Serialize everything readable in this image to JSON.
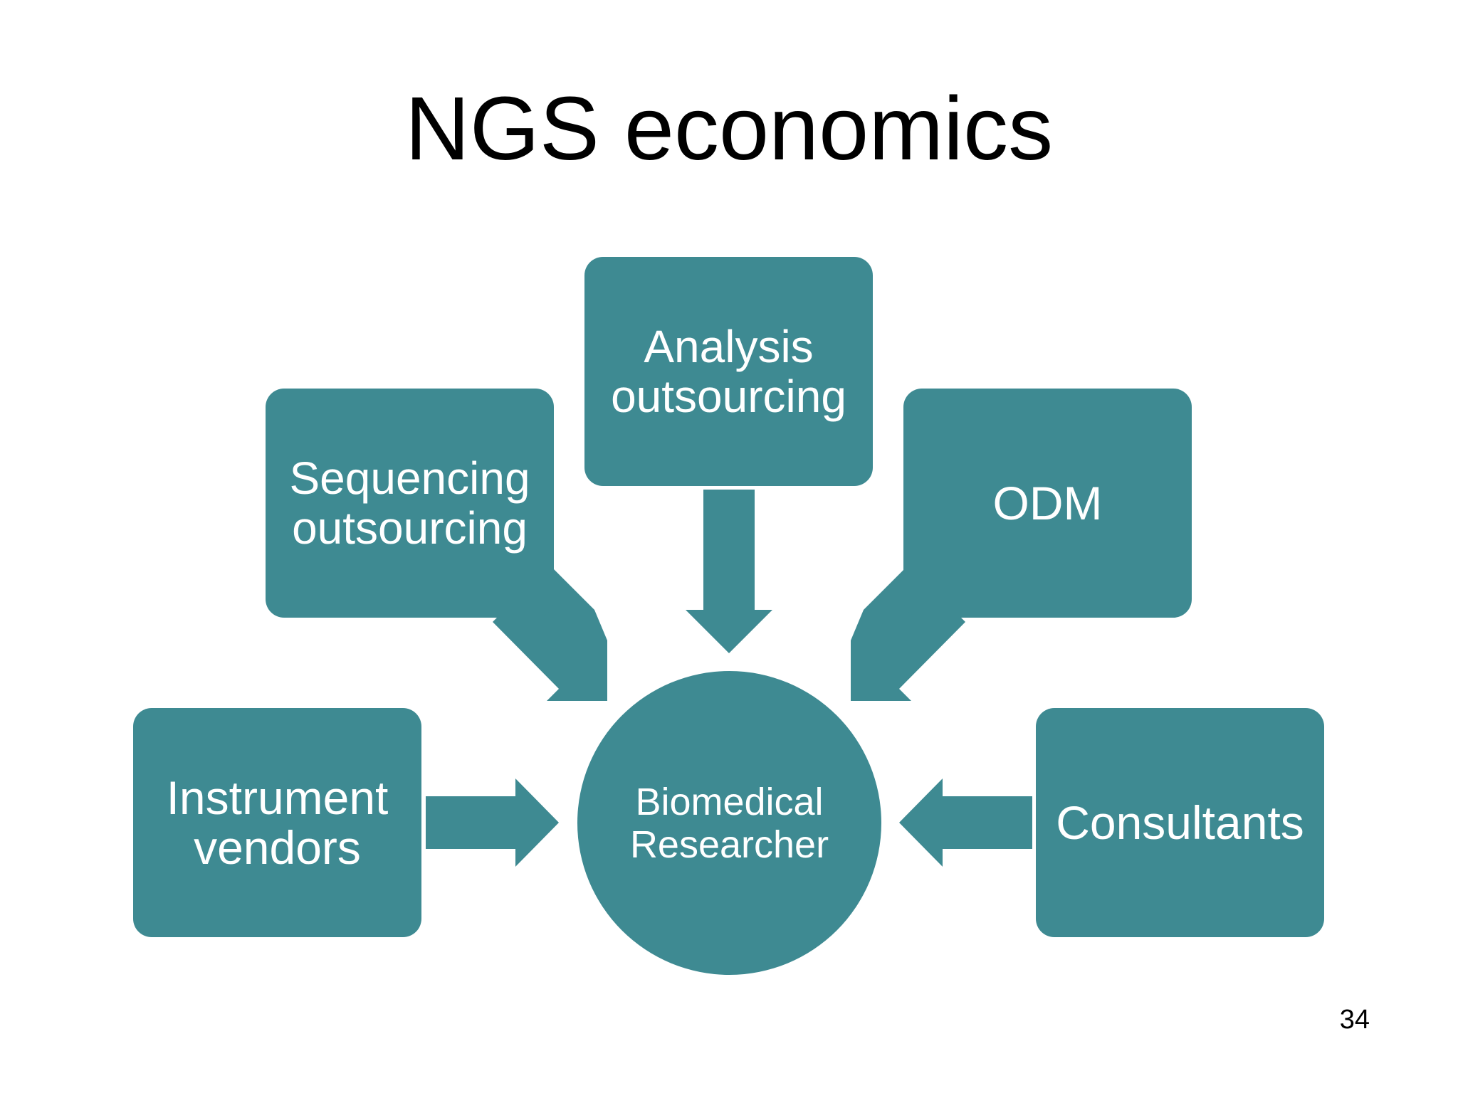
{
  "title": "NGS economics",
  "colors": {
    "node_fill": "#3e8a92",
    "node_border": "#ffffff",
    "title": "#000000"
  },
  "center": {
    "label_line1": "Biomedical",
    "label_line2": "Researcher"
  },
  "nodes": {
    "analysis": {
      "line1": "Analysis",
      "line2": "outsourcing"
    },
    "sequencing": {
      "line1": "Sequencing",
      "line2": "outsourcing"
    },
    "odm": {
      "line1": "ODM"
    },
    "instrument": {
      "line1": "Instrument",
      "line2": "vendors"
    },
    "consultants": {
      "line1": "Consultants"
    }
  },
  "page_number": "34"
}
